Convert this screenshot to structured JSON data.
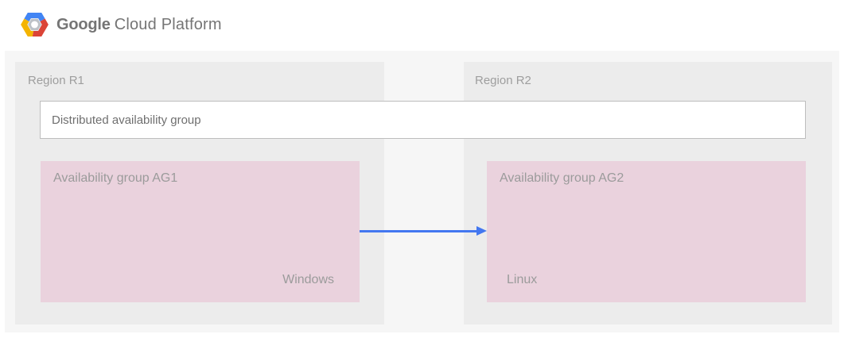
{
  "header": {
    "logo_icon": "gcp-hexagon-icon",
    "brand_primary": "Google",
    "brand_secondary": "Cloud Platform"
  },
  "diagram": {
    "regions": [
      {
        "label": "Region R1"
      },
      {
        "label": "Region R2"
      }
    ],
    "distributed_availability_group": {
      "label": "Distributed availability group"
    },
    "availability_groups": [
      {
        "label": "Availability group AG1",
        "os": "Windows"
      },
      {
        "label": "Availability group AG2",
        "os": "Linux"
      }
    ],
    "arrow": {
      "from": "Availability group AG1",
      "to": "Availability group AG2",
      "direction": "left-to-right",
      "color": "#4377f0"
    }
  },
  "colors": {
    "page_background": "#ffffff",
    "panel_background": "#f6f6f6",
    "region_background": "#ececec",
    "availability_group_background": "#ead2dd",
    "distributed_box_background": "#ffffff",
    "distributed_box_border": "#bdbdbd",
    "arrow_blue": "#4377f0",
    "label_gray": "#9b9b9b",
    "region_label_gray": "#9e9e9e",
    "distributed_label_gray": "#6f6f6f",
    "brand_text_gray": "#757575",
    "logo_blue": "#4285f4",
    "logo_red": "#db4437",
    "logo_yellow": "#f4b400"
  }
}
